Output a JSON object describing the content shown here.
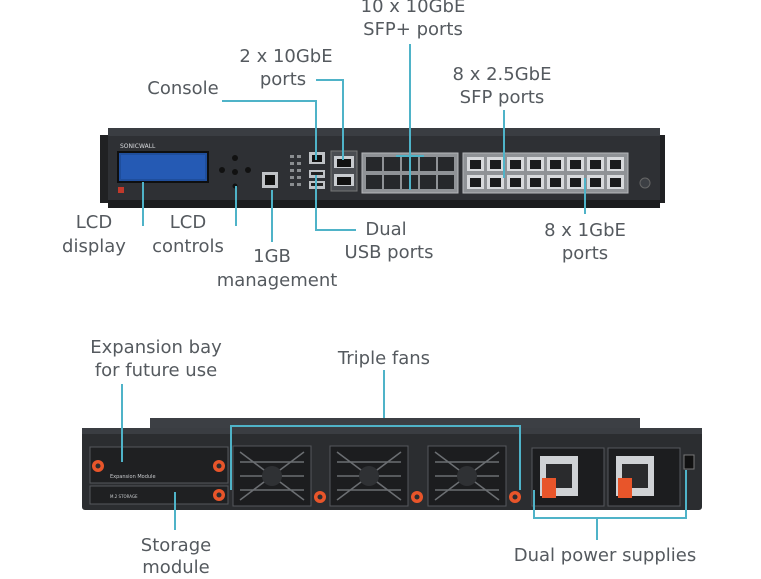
{
  "labels": {
    "sfp_plus_line1": "10 x 10GbE",
    "sfp_plus_line2": "SFP+ ports",
    "ports_10gbe_line1": "2 x 10GbE",
    "ports_10gbe_line2": "ports",
    "console": "Console",
    "sfp_2_5_line1": "8 x 2.5GbE",
    "sfp_2_5_line2": "SFP ports",
    "lcd_display_line1": "LCD",
    "lcd_display_line2": "display",
    "lcd_controls_line1": "LCD",
    "lcd_controls_line2": "controls",
    "dual_usb_line1": "Dual",
    "dual_usb_line2": "USB ports",
    "ports_1gbe_line1": "8 x 1GbE",
    "ports_1gbe_line2": "ports",
    "mgmt_line1": "1GB",
    "mgmt_line2": "management",
    "expansion_line1": "Expansion bay",
    "expansion_line2": "for future use",
    "triple_fans": "Triple fans",
    "storage_line1": "Storage",
    "storage_line2": "module",
    "dual_power": "Dual power supplies"
  },
  "device": {
    "brand": "SONICWALL",
    "expansion_module_text": "Expansion Module",
    "storage_module_text": "M.2 STORAGE"
  },
  "colors": {
    "callout": "#4fb3c8",
    "label_text": "#555a5f",
    "chassis": "#2b2d30",
    "chassis_dark": "#1a1b1d",
    "accent_orange": "#e8552a"
  }
}
